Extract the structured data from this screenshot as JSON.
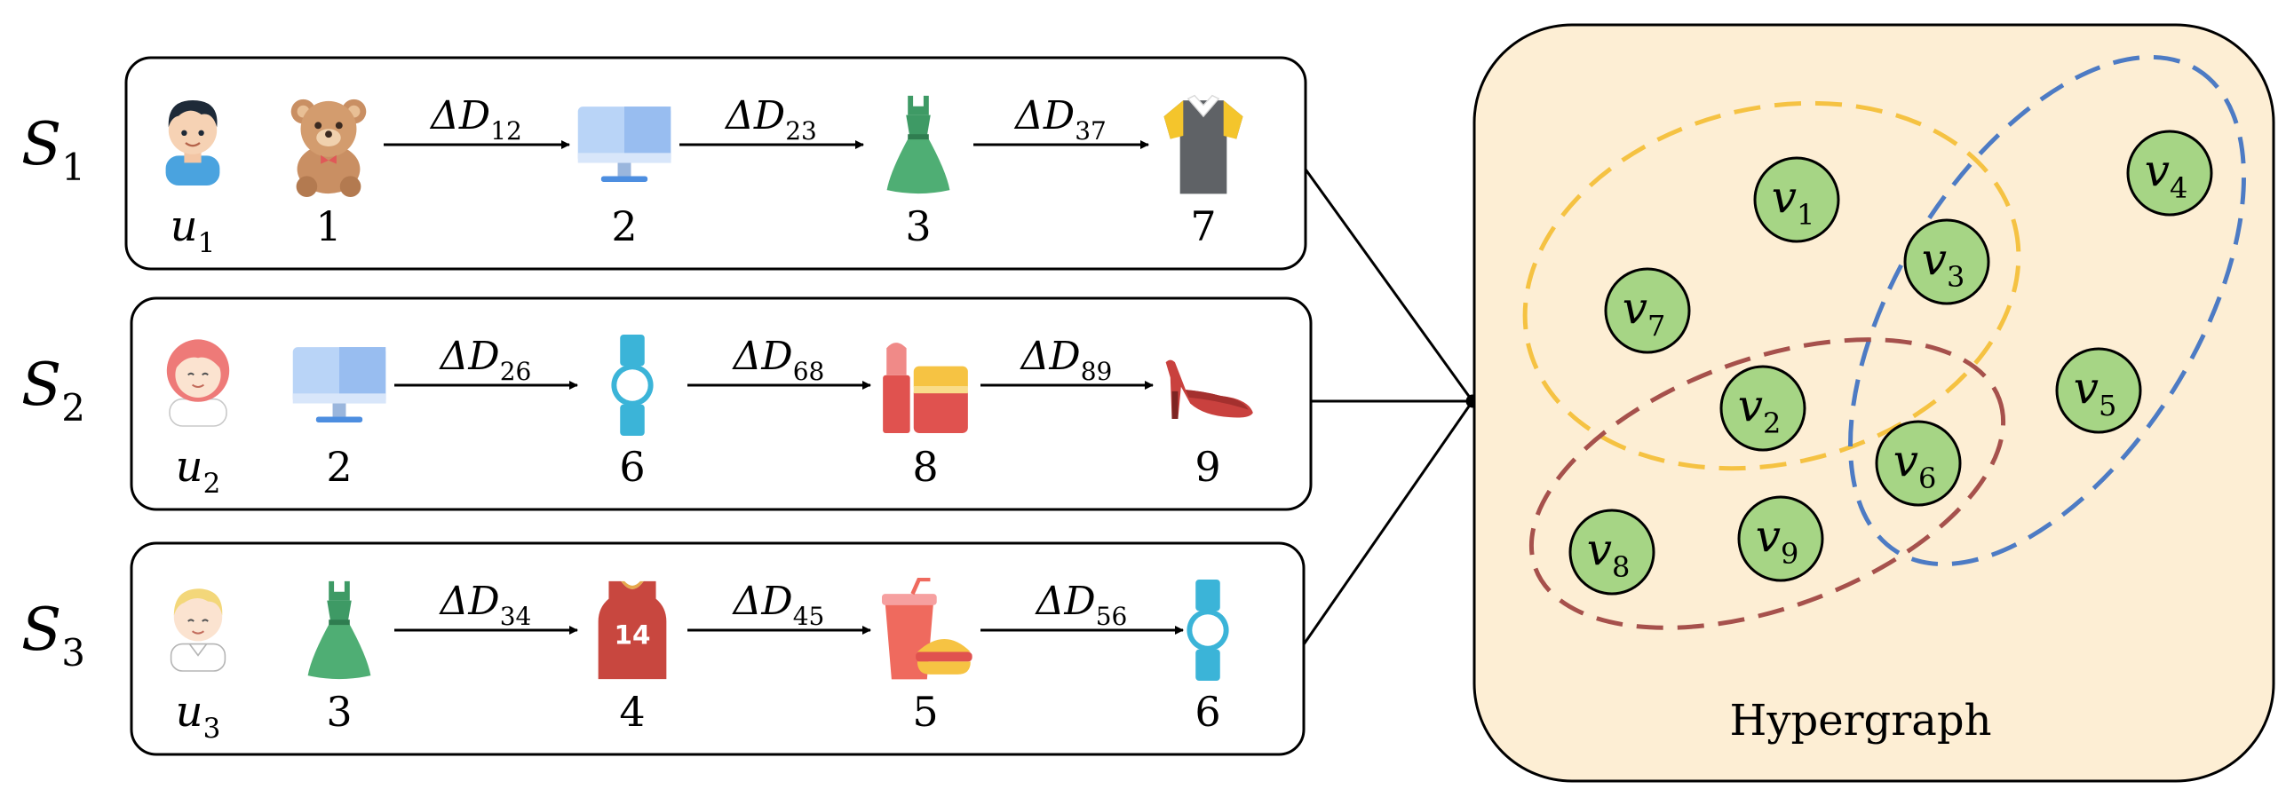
{
  "sequences": [
    {
      "label_main": "S",
      "label_sub": "1",
      "user": {
        "main": "u",
        "sub": "1",
        "icon": "boy-avatar-icon"
      },
      "items": [
        {
          "id": "1",
          "icon": "teddy-bear-icon"
        },
        {
          "id": "2",
          "icon": "monitor-icon"
        },
        {
          "id": "3",
          "icon": "green-dress-icon"
        },
        {
          "id": "7",
          "icon": "shirt-icon"
        }
      ],
      "deltas": [
        {
          "main": "ΔD",
          "sub": "12"
        },
        {
          "main": "ΔD",
          "sub": "23"
        },
        {
          "main": "ΔD",
          "sub": "37"
        }
      ]
    },
    {
      "label_main": "S",
      "label_sub": "2",
      "user": {
        "main": "u",
        "sub": "2",
        "icon": "girl-avatar-icon"
      },
      "items": [
        {
          "id": "2",
          "icon": "monitor-icon"
        },
        {
          "id": "6",
          "icon": "watch-icon"
        },
        {
          "id": "8",
          "icon": "cosmetics-icon"
        },
        {
          "id": "9",
          "icon": "high-heel-icon"
        }
      ],
      "deltas": [
        {
          "main": "ΔD",
          "sub": "26"
        },
        {
          "main": "ΔD",
          "sub": "68"
        },
        {
          "main": "ΔD",
          "sub": "89"
        }
      ]
    },
    {
      "label_main": "S",
      "label_sub": "3",
      "user": {
        "main": "u",
        "sub": "3",
        "icon": "man-avatar-icon"
      },
      "items": [
        {
          "id": "3",
          "icon": "green-dress-icon"
        },
        {
          "id": "4",
          "icon": "jersey-icon"
        },
        {
          "id": "5",
          "icon": "fast-food-icon"
        },
        {
          "id": "6",
          "icon": "watch-icon"
        }
      ],
      "deltas": [
        {
          "main": "ΔD",
          "sub": "34"
        },
        {
          "main": "ΔD",
          "sub": "45"
        },
        {
          "main": "ΔD",
          "sub": "56"
        }
      ]
    }
  ],
  "hypergraph": {
    "title": "Hypergraph",
    "panel_color": "#fdeed4",
    "node_color": "#a6d585",
    "edge_colors": {
      "yellow": "#f5c242",
      "blue": "#4d7bc4",
      "red": "#a6514c"
    },
    "nodes": [
      {
        "main": "v",
        "sub": "1"
      },
      {
        "main": "v",
        "sub": "2"
      },
      {
        "main": "v",
        "sub": "3"
      },
      {
        "main": "v",
        "sub": "4"
      },
      {
        "main": "v",
        "sub": "5"
      },
      {
        "main": "v",
        "sub": "6"
      },
      {
        "main": "v",
        "sub": "7"
      },
      {
        "main": "v",
        "sub": "8"
      },
      {
        "main": "v",
        "sub": "9"
      }
    ],
    "hyperedges": [
      {
        "color": "yellow",
        "members": [
          "v1",
          "v2",
          "v3",
          "v7"
        ]
      },
      {
        "color": "blue",
        "members": [
          "v3",
          "v4",
          "v6"
        ]
      },
      {
        "color": "red",
        "members": [
          "v2",
          "v6",
          "v8",
          "v9"
        ]
      }
    ]
  }
}
